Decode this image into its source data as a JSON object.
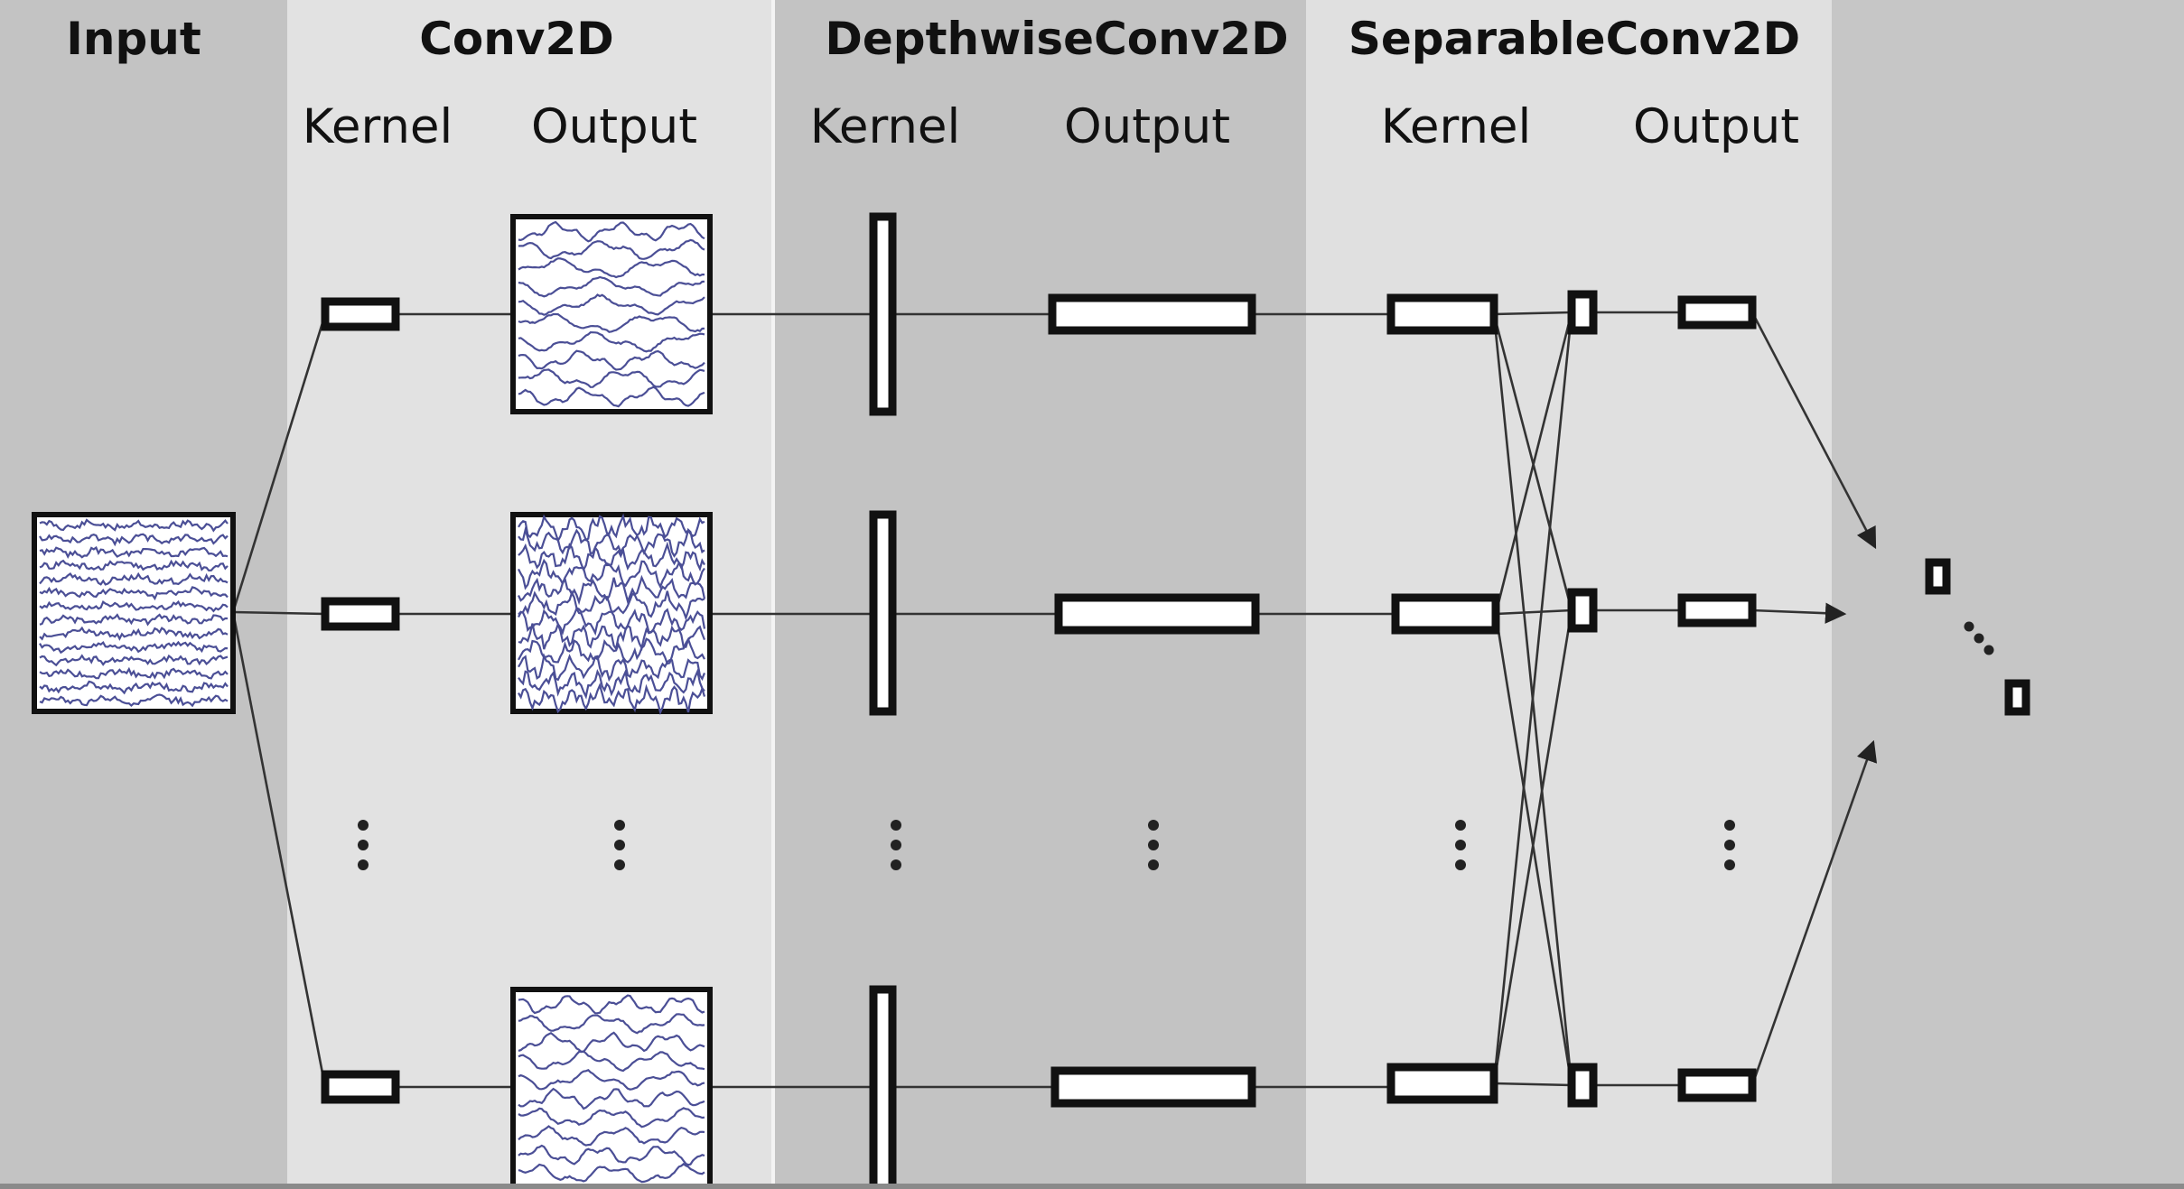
{
  "headers": {
    "input": "Input",
    "conv2d": "Conv2D",
    "depthwise": "DepthwiseConv2D",
    "separable": "SeparableConv2D"
  },
  "subheaders": {
    "conv_kernel": "Kernel",
    "conv_output": "Output",
    "dw_kernel": "Kernel",
    "dw_output": "Output",
    "sep_kernel": "Kernel",
    "sep_output": "Output"
  },
  "colors": {
    "band_input": "#c3c3c3",
    "band_conv2d": "#e2e2e2",
    "band_depthwise": "#c3c3c3",
    "band_separable": "#e0e0e0",
    "band_final": "#c6c6c6",
    "waveform": "#4b4f96",
    "line": "#333333"
  },
  "icons": [
    "eeg-waveform-icon",
    "arrow-icon",
    "vertical-ellipsis-icon"
  ]
}
